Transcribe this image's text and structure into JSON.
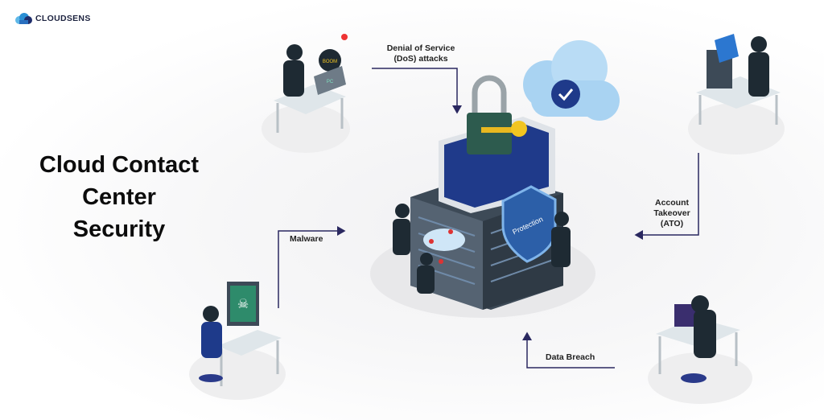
{
  "brand": {
    "name": "CLOUDSENS"
  },
  "title": {
    "line1": "Cloud Contact",
    "line2": "Center",
    "line3": "Security"
  },
  "labels": {
    "dos": {
      "line1": "Denial of Service",
      "line2": "(DoS) attacks"
    },
    "malware": "Malware",
    "ato": {
      "line1": "Account",
      "line2": "Takeover",
      "line3": "(ATO)"
    },
    "breach": "Data Breach"
  },
  "illustration_text": {
    "shield": "Protection",
    "bomb": "BOOM",
    "laptop": "PC"
  },
  "colors": {
    "arrow": "#2a2860",
    "shield": "#2c5fa8",
    "cloud": "#a9d3f2",
    "server": "#3d4a57",
    "desk": "#dfe6ea"
  }
}
